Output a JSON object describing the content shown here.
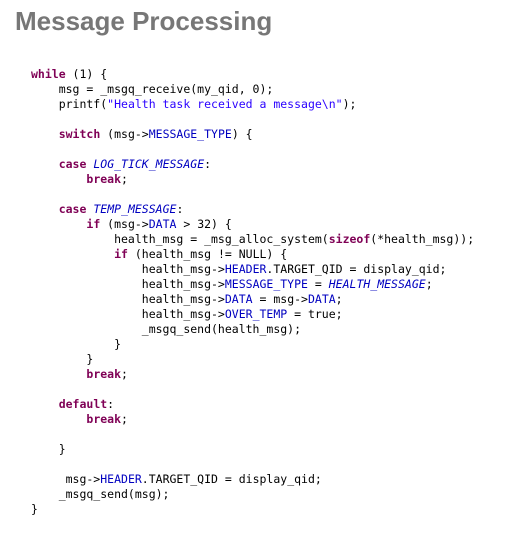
{
  "title": "Message Processing",
  "code": {
    "lines": [
      [
        {
          "t": "while",
          "s": "kw"
        },
        {
          "t": " (1) {",
          "s": ""
        }
      ],
      [
        {
          "t": "    msg = _msgq_receive(my_qid, 0);",
          "s": ""
        }
      ],
      [
        {
          "t": "    printf(",
          "s": ""
        },
        {
          "t": "\"Health task received a message\\n\"",
          "s": "str"
        },
        {
          "t": ");",
          "s": ""
        }
      ],
      [],
      [
        {
          "t": "    ",
          "s": ""
        },
        {
          "t": "switch",
          "s": "kw"
        },
        {
          "t": " (msg->",
          "s": ""
        },
        {
          "t": "MESSAGE_TYPE",
          "s": "fld"
        },
        {
          "t": ") {",
          "s": ""
        }
      ],
      [],
      [
        {
          "t": "    ",
          "s": ""
        },
        {
          "t": "case",
          "s": "kw"
        },
        {
          "t": " ",
          "s": ""
        },
        {
          "t": "LOG_TICK_MESSAGE",
          "s": "ital"
        },
        {
          "t": ":",
          "s": ""
        }
      ],
      [
        {
          "t": "        ",
          "s": ""
        },
        {
          "t": "break",
          "s": "kw"
        },
        {
          "t": ";",
          "s": ""
        }
      ],
      [],
      [
        {
          "t": "    ",
          "s": ""
        },
        {
          "t": "case",
          "s": "kw"
        },
        {
          "t": " ",
          "s": ""
        },
        {
          "t": "TEMP_MESSAGE",
          "s": "ital"
        },
        {
          "t": ":",
          "s": ""
        }
      ],
      [
        {
          "t": "        ",
          "s": ""
        },
        {
          "t": "if",
          "s": "kw"
        },
        {
          "t": " (msg->",
          "s": ""
        },
        {
          "t": "DATA",
          "s": "fld"
        },
        {
          "t": " > 32) {",
          "s": ""
        }
      ],
      [
        {
          "t": "            health_msg = _msg_alloc_system(",
          "s": ""
        },
        {
          "t": "sizeof",
          "s": "kw"
        },
        {
          "t": "(*health_msg));",
          "s": ""
        }
      ],
      [
        {
          "t": "            ",
          "s": ""
        },
        {
          "t": "if",
          "s": "kw"
        },
        {
          "t": " (health_msg != NULL) {",
          "s": ""
        }
      ],
      [
        {
          "t": "                health_msg->",
          "s": ""
        },
        {
          "t": "HEADER",
          "s": "fld"
        },
        {
          "t": ".TARGET_QID = display_qid;",
          "s": ""
        }
      ],
      [
        {
          "t": "                health_msg->",
          "s": ""
        },
        {
          "t": "MESSAGE_TYPE",
          "s": "fld"
        },
        {
          "t": " = ",
          "s": ""
        },
        {
          "t": "HEALTH_MESSAGE",
          "s": "ital"
        },
        {
          "t": ";",
          "s": ""
        }
      ],
      [
        {
          "t": "                health_msg->",
          "s": ""
        },
        {
          "t": "DATA",
          "s": "fld"
        },
        {
          "t": " = msg->",
          "s": ""
        },
        {
          "t": "DATA",
          "s": "fld"
        },
        {
          "t": ";",
          "s": ""
        }
      ],
      [
        {
          "t": "                health_msg->",
          "s": ""
        },
        {
          "t": "OVER_TEMP",
          "s": "fld"
        },
        {
          "t": " = true;",
          "s": ""
        }
      ],
      [
        {
          "t": "                _msgq_send(health_msg);",
          "s": ""
        }
      ],
      [
        {
          "t": "            }",
          "s": ""
        }
      ],
      [
        {
          "t": "        }",
          "s": ""
        }
      ],
      [
        {
          "t": "        ",
          "s": ""
        },
        {
          "t": "break",
          "s": "kw"
        },
        {
          "t": ";",
          "s": ""
        }
      ],
      [],
      [
        {
          "t": "    ",
          "s": ""
        },
        {
          "t": "default",
          "s": "kw"
        },
        {
          "t": ":",
          "s": ""
        }
      ],
      [
        {
          "t": "        ",
          "s": ""
        },
        {
          "t": "break",
          "s": "kw"
        },
        {
          "t": ";",
          "s": ""
        }
      ],
      [],
      [
        {
          "t": "    }",
          "s": ""
        }
      ],
      [],
      [
        {
          "t": "     msg->",
          "s": ""
        },
        {
          "t": "HEADER",
          "s": "fld"
        },
        {
          "t": ".TARGET_QID = display_qid;",
          "s": ""
        }
      ],
      [
        {
          "t": "    _msgq_send(msg);",
          "s": ""
        }
      ],
      [
        {
          "t": "}",
          "s": ""
        }
      ]
    ]
  }
}
